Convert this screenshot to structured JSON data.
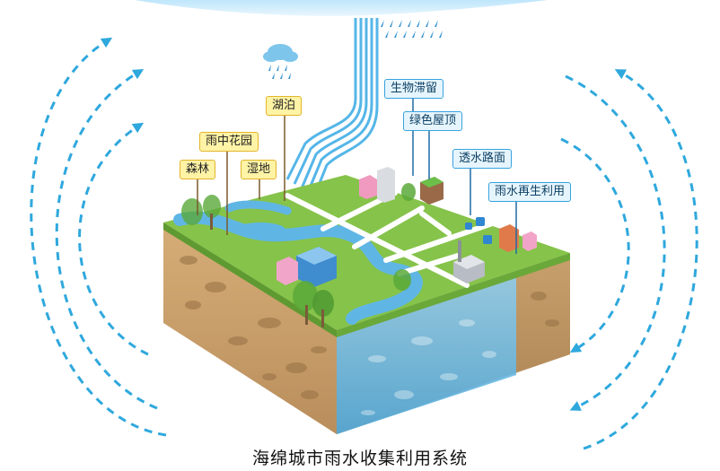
{
  "caption": "海绵城市雨水收集利用系统",
  "labels": {
    "forest": "森林",
    "rain_garden": "雨中花园",
    "wetland": "湿地",
    "lake": "湖泊",
    "bio_retention": "生物滞留",
    "green_roof": "绿色屋顶",
    "permeable_pavement": "透水路面",
    "rainwater_reuse": "雨水再生利用"
  },
  "colors": {
    "water_cycle_arrows": "#2fa8dd",
    "land_green": "#86c34a",
    "soil": "#c9a06c",
    "water": "#66bbe6",
    "yellow_tag": "#fff3a6",
    "blue_tag": "#e6f5fd"
  },
  "icons": [
    "cloud-icon",
    "rain-icon",
    "building-icon",
    "tree-icon",
    "factory-icon"
  ]
}
